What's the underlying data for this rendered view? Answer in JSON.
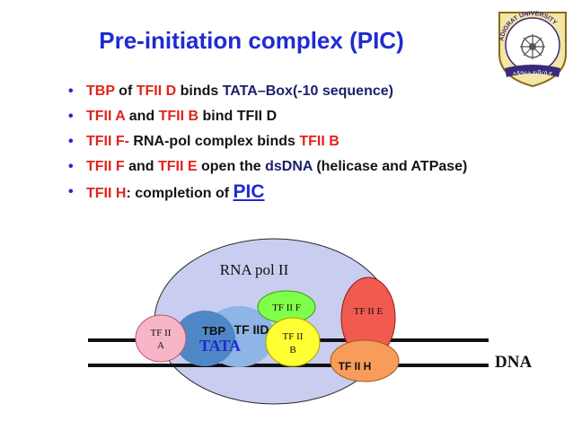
{
  "title": "Pre-initiation complex (PIC)",
  "bullets": [
    [
      {
        "t": "TBP",
        "c": "red"
      },
      {
        "t": " of ",
        "c": ""
      },
      {
        "t": "TFII D",
        "c": "red"
      },
      {
        "t": " binds ",
        "c": ""
      },
      {
        "t": "TATA–Box(-10 sequence)",
        "c": "navy"
      }
    ],
    [
      {
        "t": "TFII A",
        "c": "red"
      },
      {
        "t": " and ",
        "c": ""
      },
      {
        "t": "TFII B",
        "c": "red"
      },
      {
        "t": " bind TFII D",
        "c": ""
      }
    ],
    [
      {
        "t": "TFII F-",
        "c": "red"
      },
      {
        "t": " RNA-pol complex binds ",
        "c": ""
      },
      {
        "t": "TFII B",
        "c": "red"
      }
    ],
    [
      {
        "t": "TFII F",
        "c": "red"
      },
      {
        "t": " and ",
        "c": ""
      },
      {
        "t": "TFII E",
        "c": "red"
      },
      {
        "t": " open the ",
        "c": ""
      },
      {
        "t": "dsDNA",
        "c": "navy"
      },
      {
        "t": " (helicase and ATPase)",
        "c": ""
      }
    ],
    [
      {
        "t": "TFII H",
        "c": "red"
      },
      {
        "t": ": completion of ",
        "c": ""
      },
      {
        "t": "PIC",
        "c": "big"
      }
    ]
  ],
  "diagram": {
    "rna_pol_label": "RNA pol II",
    "tfiif": "TF II F",
    "tfiie": "TF II E",
    "tfiia_line1": "TF II",
    "tfiia_line2": "A",
    "tbp": "TBP",
    "tfiid": "TF IID",
    "tata": "TATA",
    "tfiib_line1": "TF II",
    "tfiib_line2": "B",
    "tfiih": "TF II H",
    "dna_label": "DNA"
  },
  "logo": {
    "top_text": "ADIGRAT UNIVERSITY",
    "bottom_text": "አዲግራት ዩኒቨርሲቲ"
  },
  "colors": {
    "title_blue": "#1f2bd1",
    "red": "#e0241c",
    "navy": "#1b1f6a",
    "pol_fill": "#c9cdef",
    "tfiif_fill": "#7fff4a",
    "tfiie_fill": "#f15a4f",
    "tfiia_fill": "#f7b6c8",
    "tfiib_fill": "#ffff33",
    "tfiih_fill": "#f79c5a",
    "tfiid_fill": "#8fb4e6"
  }
}
